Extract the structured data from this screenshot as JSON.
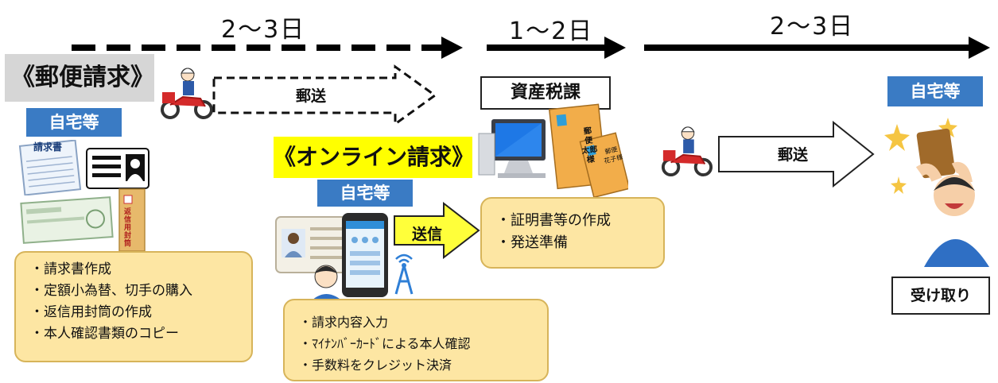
{
  "timeline": {
    "segment1": "2～3日",
    "segment2": "1～2日",
    "segment3": "2～3日"
  },
  "postal": {
    "title": "《郵便請求》",
    "location": "自宅等",
    "send_label": "郵送",
    "form_label": "請求書",
    "envelope_label": "返信用封筒",
    "tasks": [
      "・請求書作成",
      "・定額小為替、切手の購入",
      "・返信用封筒の作成",
      "・本人確認書類のコピー"
    ]
  },
  "online": {
    "title": "《オンライン請求》",
    "location": "自宅等",
    "send_label": "送信",
    "tasks": [
      "・請求内容入力",
      "・ﾏｲﾅﾝﾊﾞｰｶｰﾄﾞによる本人確認",
      "・手数料をクレジット決済"
    ]
  },
  "office": {
    "title": "資産税課",
    "envelope_big": [
      "郵",
      "便",
      "太郎",
      "様"
    ],
    "envelope_small": [
      "郵便",
      "花子様"
    ],
    "tasks": [
      "・証明書等の作成",
      "・発送準備"
    ]
  },
  "delivery": {
    "send_label": "郵送",
    "location": "自宅等",
    "receive_label": "受け取り"
  },
  "colors": {
    "blue_label": "#3a7bc4",
    "note_fill": "#fde6a3",
    "online_highlight": "#ffff00",
    "postal_title_bg": "#d6d6d6"
  }
}
